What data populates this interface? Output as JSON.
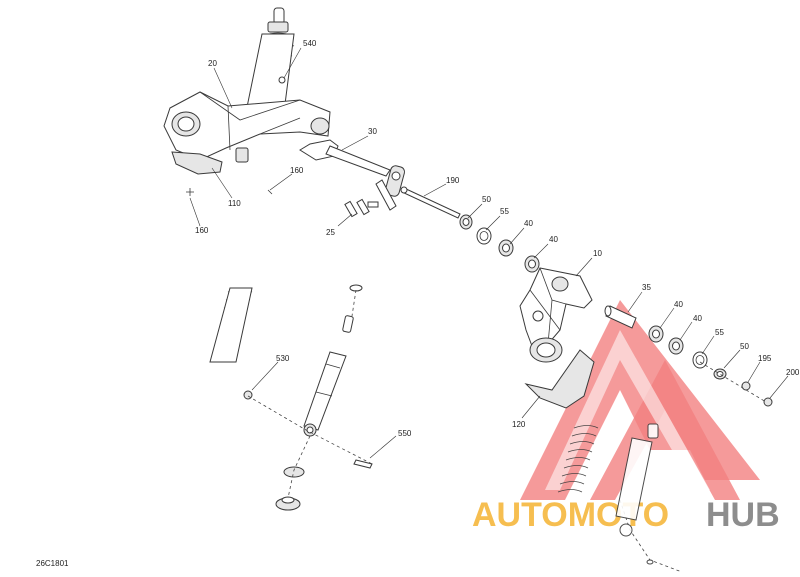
{
  "diagram_code": "26C1801",
  "watermark": {
    "text_left": "AUTOMOTO",
    "text_right": "HUB",
    "color_left": "#f5b332",
    "color_right": "#7a7a7a",
    "triangle_color": "#f06a6a"
  },
  "callouts": {
    "c540": "540",
    "c20": "20",
    "c30": "30",
    "c160a": "160",
    "c160b": "160",
    "c110": "110",
    "c190": "190",
    "c50a": "50",
    "c55a": "55",
    "c25": "25",
    "c40a": "40",
    "c40b": "40",
    "c10": "10",
    "c35": "35",
    "c40c": "40",
    "c40d": "40",
    "c55b": "55",
    "c50b": "50",
    "c195": "195",
    "c200": "200",
    "c530": "530",
    "c120": "120",
    "c550": "550"
  }
}
